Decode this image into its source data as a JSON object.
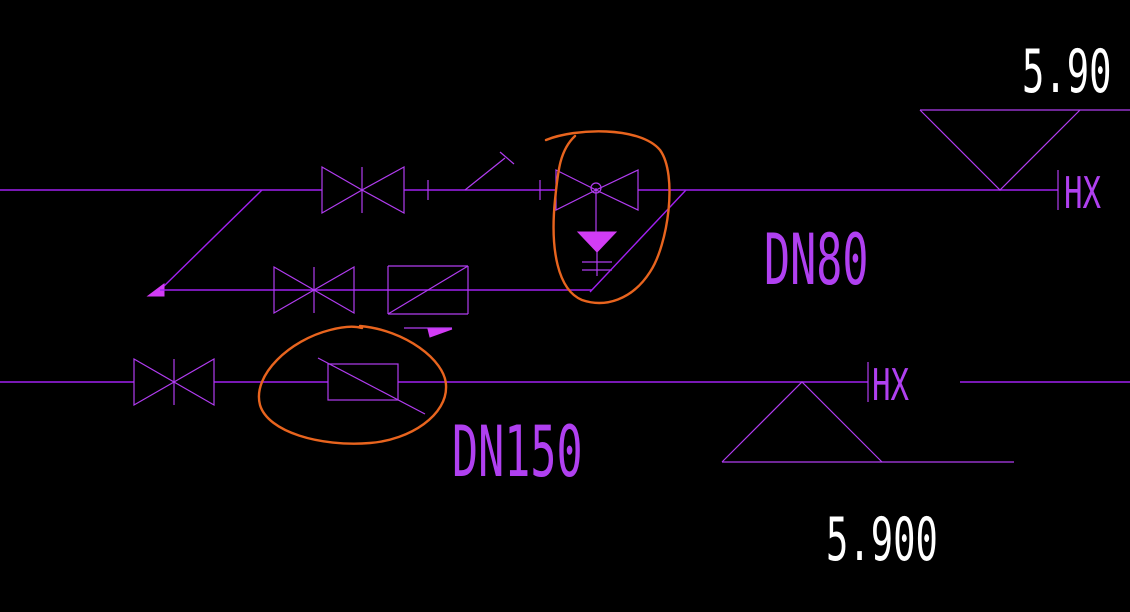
{
  "drawing": {
    "background_color": "#000000",
    "pipe_color": "#a020f0",
    "text_color_pipe": "#b040f0",
    "text_color_elevation": "#ffffff",
    "markup_color": "#e8641e"
  },
  "labels": {
    "upper_pipe_size": "DN80",
    "lower_pipe_size": "DN150",
    "upper_elevation": "5.90",
    "lower_elevation": "5.900",
    "upper_end_tag": "HX",
    "lower_end_tag": "HX"
  },
  "symbols": [
    {
      "type": "gate-valve"
    },
    {
      "type": "gate-valve"
    },
    {
      "type": "check-valve"
    },
    {
      "type": "gate-valve"
    },
    {
      "type": "solenoid-valve"
    },
    {
      "type": "filter"
    }
  ]
}
